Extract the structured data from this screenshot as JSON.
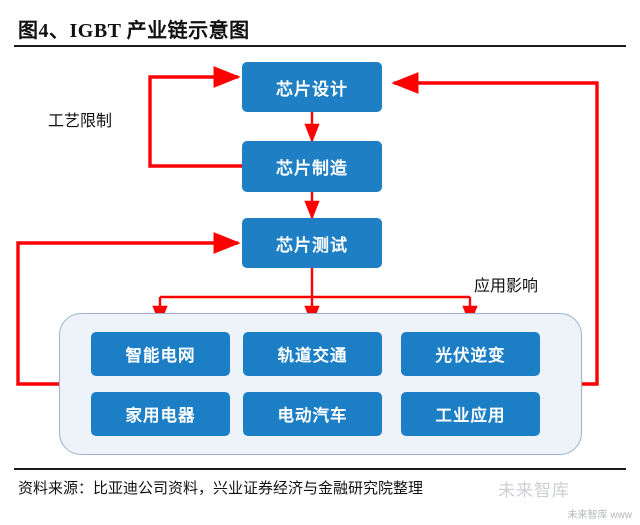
{
  "figure": {
    "title": "图4、IGBT 产业链示意图",
    "source": "资料来源：比亚迪公司资料，兴业证券经济与金融研究院整理",
    "watermark": "未来智库",
    "watermark_corner": "未来智库 www"
  },
  "labels": {
    "process_limit": "工艺限制",
    "application_impact": "应用影响"
  },
  "chain_nodes": [
    {
      "id": "chip-design",
      "label": "芯片设计"
    },
    {
      "id": "chip-manufacture",
      "label": "芯片制造"
    },
    {
      "id": "chip-test",
      "label": "芯片测试"
    }
  ],
  "application_nodes": [
    {
      "id": "smart-grid",
      "label": "智能电网"
    },
    {
      "id": "rail-transit",
      "label": "轨道交通"
    },
    {
      "id": "pv-inverter",
      "label": "光伏逆变"
    },
    {
      "id": "home-appliance",
      "label": "家用电器"
    },
    {
      "id": "electric-vehicle",
      "label": "电动汽车"
    },
    {
      "id": "industrial-app",
      "label": "工业应用"
    }
  ],
  "colors": {
    "node_blue": "#1d7fc3",
    "arrow_red": "#ff0000",
    "panel_fill": "#eef3f9",
    "panel_border": "#9ab4cf",
    "rule": "#1a1a1a"
  }
}
